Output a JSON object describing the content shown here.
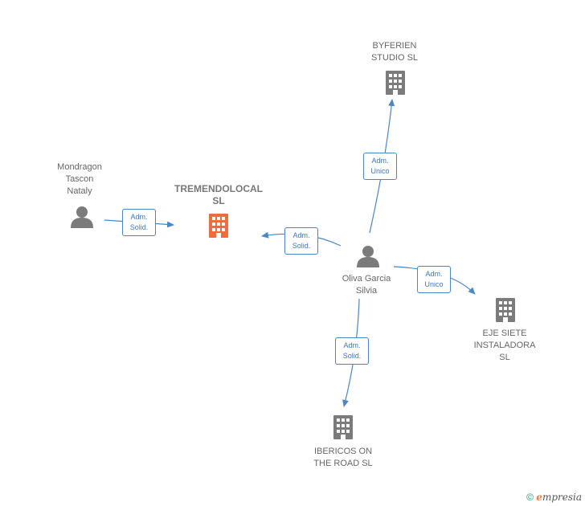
{
  "colors": {
    "edge": "#4a86c8",
    "node": "#7b7b7b",
    "main": "#f26b3a"
  },
  "nodes": {
    "mondragon": {
      "label": "Mondragon\nTascon\nNataly",
      "icon": "person-icon"
    },
    "tremendolocal": {
      "label": "TREMENDOLOCAL\nSL",
      "icon": "building-icon"
    },
    "oliva": {
      "label": "Oliva Garcia\nSilvia",
      "icon": "person-icon"
    },
    "byferien": {
      "label": "BYFERIEN\nSTUDIO  SL",
      "icon": "building-icon"
    },
    "ejesiete": {
      "label": "EJE SIETE\nINSTALADORA\nSL",
      "icon": "building-icon"
    },
    "ibericos": {
      "label": "IBERICOS ON\nTHE ROAD  SL",
      "icon": "building-icon"
    }
  },
  "edges": [
    {
      "label": "Adm.\nSolid."
    },
    {
      "label": "Adm.\nSolid."
    },
    {
      "label": "Adm.\nUnico"
    },
    {
      "label": "Adm.\nUnico"
    },
    {
      "label": "Adm.\nSolid."
    }
  ],
  "watermark": {
    "copyright": "©",
    "brand_first": "e",
    "brand_rest": "mpresia"
  }
}
